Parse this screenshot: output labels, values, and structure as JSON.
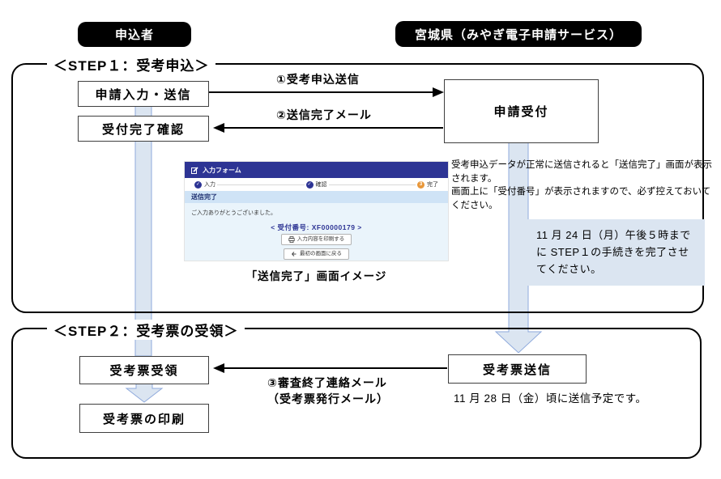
{
  "actors": {
    "applicant": "申込者",
    "service": "宮城県（みやぎ電子申請サービス）"
  },
  "step1": {
    "title": "＜STEP１：受考申込＞",
    "boxes": {
      "input_send": "申請入力・送信",
      "reception_check": "受付完了確認",
      "application_reception": "申請受付"
    },
    "arrow1_label": "①受考申込送信",
    "arrow2_label": "②送信完了メール",
    "info_text": "受考申込データが正常に送信されると「送信完了」画面が表示\nされます。\n画面上に「受付番号」が表示されますので、必ず控えておいて\nください。",
    "deadline_note": "11 月 24 日（月）午後５時まで\nに STEP１の手続きを完了させ\nてください。"
  },
  "screenshot": {
    "header_title": "入力フォーム",
    "steps": [
      {
        "label": "入力",
        "mark": "✓",
        "state": "done"
      },
      {
        "label": "確認",
        "mark": "✓",
        "state": "done"
      },
      {
        "label": "完了",
        "mark": "3",
        "state": "current"
      }
    ],
    "section_title": "送信完了",
    "thanks_text": "ご入力ありがとうございました。",
    "receipt_number": "< 受付番号: XF00000179 >",
    "print_button": "入力内容を印刷する",
    "back_button": "最初の画面に戻る",
    "caption": "「送信完了」画面イメージ"
  },
  "step2": {
    "title": "＜STEP２：受考票の受領＞",
    "boxes": {
      "ticket_receive": "受考票受領",
      "ticket_print": "受考票の印刷",
      "ticket_send": "受考票送信"
    },
    "arrow3_label": "③審査終了連絡メール\n（受考票発行メール）",
    "schedule_note": "11 月 28 日（金）頃に送信予定です。"
  },
  "colors": {
    "band_fill": "#dbe5f1",
    "band_stroke": "#8faadc",
    "header_navy": "#2d3494",
    "section_blue": "#cfe3f6",
    "body_blue": "#eaf4fb",
    "current_step_orange": "#e8973a"
  }
}
